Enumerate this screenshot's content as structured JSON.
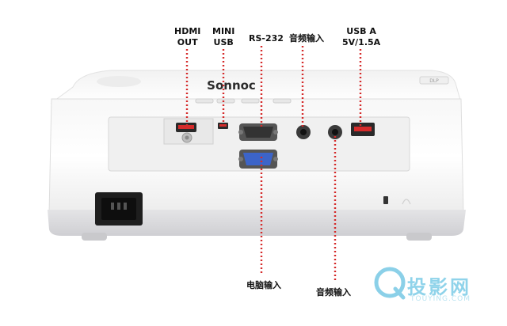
{
  "port_labels": {
    "hdmi_out": [
      "HDMI",
      "OUT"
    ],
    "mini_usb": [
      "MINI",
      "USB"
    ],
    "rs232": "RS-232",
    "audio_in_top": "音频输入",
    "usb_a": [
      "USB A",
      "5V/1.5A"
    ],
    "pc_input": "电脑输入",
    "audio_in_bottom": "音频输入"
  },
  "brand": "Sonnoc",
  "watermark": {
    "text": "投影网",
    "sub": "TOUYING.COM"
  },
  "colors": {
    "leader_line": "#d52b2b",
    "vga_port": "#3c64c8",
    "watermark": "#8fd3ea"
  }
}
